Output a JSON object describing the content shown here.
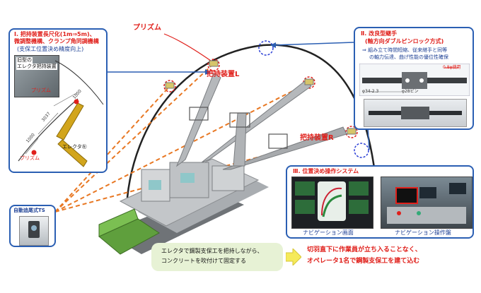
{
  "colors": {
    "panel_border": "#2b5fb3",
    "red_label": "#e0201b",
    "blue_text": "#1c3f94",
    "callout_dashed": "#e87722",
    "conclusion_bg": "#e7f2d5",
    "arrow_yellow": "#f5ea5a",
    "machine_body": "#b9bcbf",
    "machine_green": "#5f9f3d"
  },
  "labels": {
    "prism_top": "プリズム",
    "holder_l": "把持装置L",
    "holder_r": "把持装置R"
  },
  "panel1": {
    "title_line1": "Ⅰ. 把持装置長尺化(1m⇒5m)、",
    "title_line2": "微調整機構、クランプ角同調機構",
    "subtitle": "(支保工位置決め精度向上)",
    "old_label_line1": "旧型の",
    "old_label_line2": "エレクタ把持装置",
    "prism_upper": "プリズム",
    "prism_lower": "プリズム",
    "erector": "エレクタ㊧",
    "dim_1000_top": "1000",
    "dim_3037": "3037",
    "dim_1000_bottom": "1000"
  },
  "panel2": {
    "title_line1": "Ⅱ. 改良型継手",
    "title_line2": "(軸方向ダブルピンロック方式)",
    "desc_line1": "⇒ 組み立て時間短縮、従来継手と同等",
    "desc_line2": "の軸力伝達、曲げ性能の優位性確保",
    "diagram_label_a": "φ34-2.3",
    "diagram_label_b": "φ28ピン",
    "diagram_label_c": "0.8φ使用"
  },
  "panel3": {
    "title": "Ⅲ. 位置決め操作システム",
    "nav_screen_caption": "ナビゲーション画面",
    "nav_console_caption": "ナビゲーション操作盤"
  },
  "ts": {
    "title": "自動追尾式TS"
  },
  "conclusion": {
    "left_line1": "エレクタで鋼製支保工を把持しながら、",
    "left_line2": "コンクリートを吹付けて固定する",
    "right_line1": "切羽直下に作業員が立ち入ることなく、",
    "right_line2": "オペレータ1名で鋼製支保工を建て込む"
  }
}
